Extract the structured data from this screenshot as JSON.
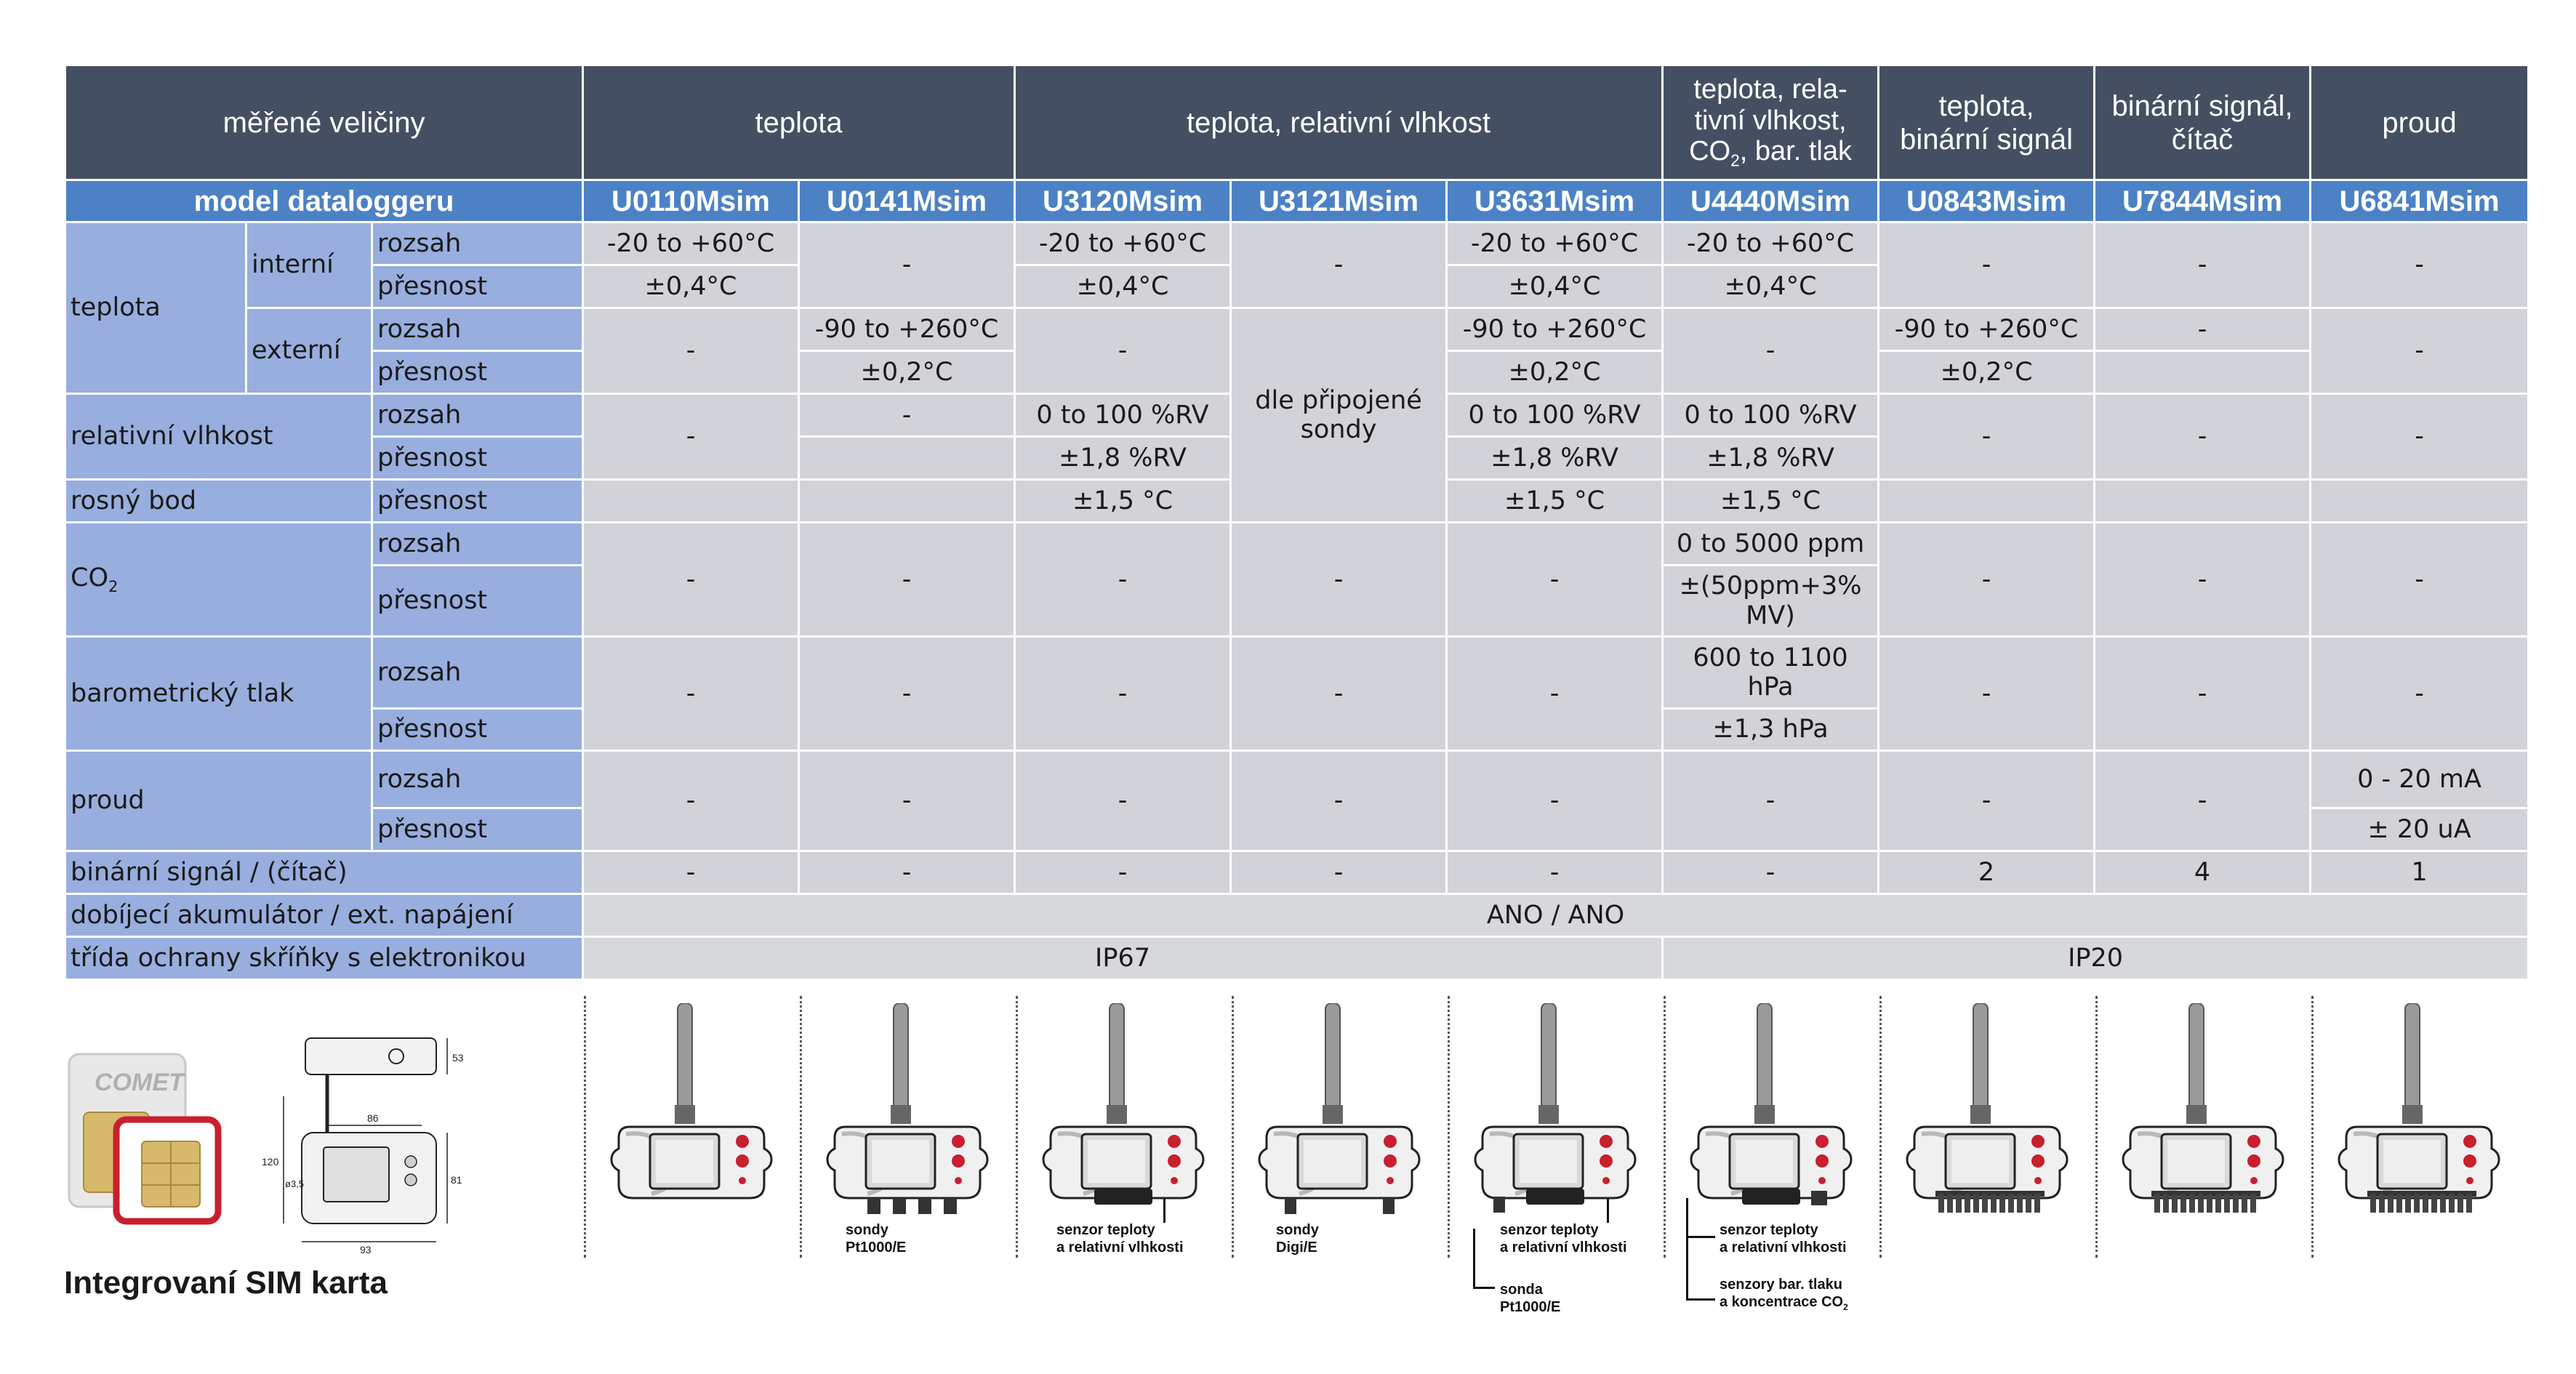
{
  "header": {
    "quantities_label": "měřené veličiny",
    "groups": [
      "teplota",
      "teplota, relativní vlhkost",
      "teplota, rela- tivní vlhkost, CO2, bar. tlak",
      "teplota, binární signál",
      "binární signál, čítač",
      "proud"
    ]
  },
  "models": {
    "label": "model dataloggeru",
    "names": [
      "U0110Msim",
      "U0141Msim",
      "U3120Msim",
      "U3121Msim",
      "U3631Msim",
      "U4440Msim",
      "U0843Msim",
      "U7844Msim",
      "U6841Msim"
    ]
  },
  "labels": {
    "teplota": "teplota",
    "interni": "interní",
    "externi": "externí",
    "rozsah": "rozsah",
    "presnost": "přesnost",
    "vlhkost": "relativní vlhkost",
    "rosny_bod": "rosný bod",
    "co2": "CO2",
    "tlak": "barometrický tlak",
    "proud": "proud",
    "binarni": "binární signál / (čítač)",
    "akumulator": "dobíjecí akumulátor / ext. napájení",
    "ochrana": "třída ochrany skříňky s elektronikou"
  },
  "values": {
    "dash": "-",
    "temp_range_int": "-20 to +60°C",
    "temp_acc_int": "±0,4°C",
    "temp_range_ext": "-90 to +260°C",
    "temp_acc_ext": "±0,2°C",
    "probes_dep": "dle připojené sondy",
    "rh_range": "0 to 100 %RV",
    "rh_acc": "±1,8 %RV",
    "dew_acc": "±1,5 °C",
    "co2_range": "0 to 5000 ppm",
    "co2_acc": "±(50ppm+3% MV)",
    "press_range": "600 to 1100 hPa",
    "press_acc": "±1,3 hPa",
    "current_range": "0 - 20 mA",
    "current_acc": "± 20 uA",
    "bin_u0843": "2",
    "bin_u7844": "4",
    "bin_u6841": "1",
    "power": "ANO / ANO",
    "ip67": "IP67",
    "ip20": "IP20"
  },
  "captions": {
    "c1": "sondy Pt1000/E",
    "c2": "senzor teploty a relativní vlhkosti",
    "c3": "sondy Digi/E",
    "c4a": "senzor teploty a relativní vlhkosti",
    "c4b": "sonda Pt1000/E",
    "c5a": "senzor teploty a relativní vlhkosti",
    "c5b": "senzory bar. tlaku a koncentrace CO2"
  },
  "sim": {
    "title": "Integrovaní SIM karta",
    "logo": "COMET",
    "dims": [
      "53",
      "86",
      "120",
      "ø3,5",
      "81",
      "93"
    ]
  },
  "colors": {
    "header_bg": "#445062",
    "model_bg": "#4c82c5",
    "label_bg": "#98aede",
    "value_bg": "#d2d3d8",
    "sim_red": "#c8202f"
  }
}
